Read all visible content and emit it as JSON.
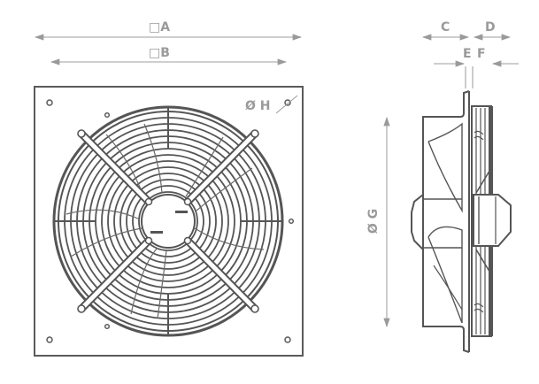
{
  "diagram": {
    "type": "technical-drawing",
    "subject": "axial fan with guard grille and square mounting plate",
    "views": [
      "front-view",
      "side-view"
    ],
    "colors": {
      "line": "#555555",
      "dimension": "#9a9a9a",
      "background": "#ffffff"
    }
  },
  "dimensions": {
    "A": {
      "label": "□A",
      "meaning": "outer plate width"
    },
    "B": {
      "label": "□B",
      "meaning": "mounting hole spacing"
    },
    "C": {
      "label": "C"
    },
    "D": {
      "label": "D"
    },
    "E": {
      "label": "E"
    },
    "F": {
      "label": "F"
    },
    "G": {
      "label": "Ø G",
      "meaning": "guard diameter"
    },
    "H": {
      "label": "Ø H",
      "meaning": "mounting hole diameter"
    }
  }
}
